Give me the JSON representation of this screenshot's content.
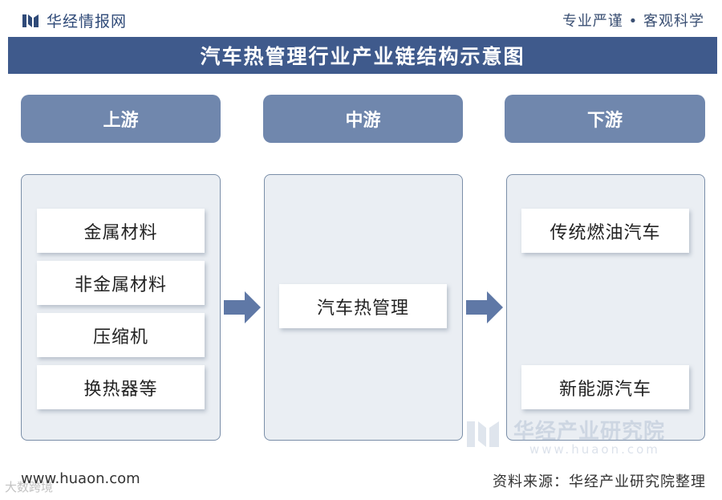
{
  "header": {
    "brand": "华经情报网",
    "slogan": "专业严谨 • 客观科学"
  },
  "title": "汽车热管理行业产业链结构示意图",
  "stages": [
    {
      "label": "上游",
      "items": [
        "金属材料",
        "非金属材料",
        "压缩机",
        "换热器等"
      ]
    },
    {
      "label": "中游",
      "items": [
        "汽车热管理"
      ]
    },
    {
      "label": "下游",
      "items": [
        "传统燃油汽车",
        "新能源汽车"
      ]
    }
  ],
  "watermark": {
    "name": "华经产业研究院",
    "url": "www.huaon.com"
  },
  "footer": {
    "url": "www.huaon.com",
    "source": "资料来源：华经产业研究院整理",
    "corner": "大数跨境"
  },
  "colors": {
    "title_bar": "#3f5a8c",
    "stage_header": "#7087ad",
    "panel_bg": "#eaeef3",
    "arrow": "#5f78a6",
    "brand_text": "#2f4a78"
  },
  "icons": {
    "brand_logo": "huajing-logo-icon",
    "flow_arrow": "arrow-right-icon"
  }
}
